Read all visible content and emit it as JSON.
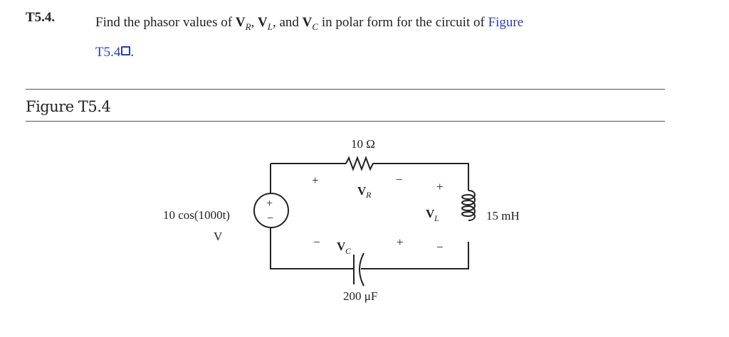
{
  "problem": {
    "number": "T5.4.",
    "text_before": "Find the phasor values of ",
    "vars": [
      "V",
      "R",
      "V",
      "L",
      "V",
      "C"
    ],
    "sep1": ", ",
    "sep2": ", and ",
    "text_after": " in polar form for the circuit of ",
    "link_text_line1": "Figure",
    "link_text_line2": "T5.4",
    "link_icon": "external-box-icon",
    "period": "."
  },
  "figure": {
    "title": "Figure T5.4",
    "resistor_label": "10 Ω",
    "source_label_line1": "10 cos(1000t)",
    "source_label_line2": "V",
    "inductor_label": "15 mH",
    "capacitor_label": "200 μF",
    "vr_label": "V",
    "vr_sub": "R",
    "vl_label": "V",
    "vl_sub": "L",
    "vc_label": "V",
    "vc_sub": "C",
    "plus": "+",
    "minus": "−"
  }
}
